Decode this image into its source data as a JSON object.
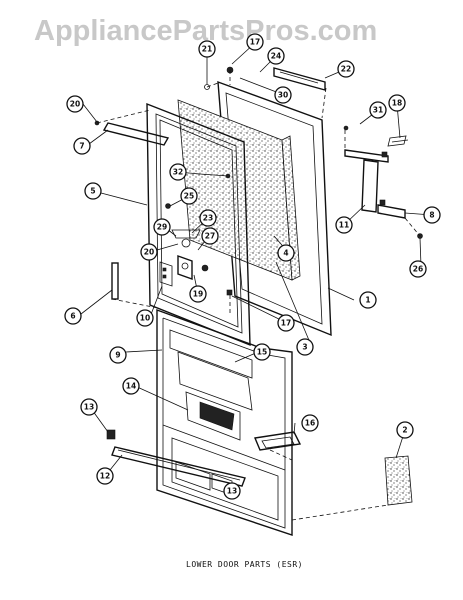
{
  "watermark": "AppliancePartsPros.com",
  "caption": "LOWER DOOR PARTS (ESR)",
  "callouts": [
    {
      "label": "1"
    },
    {
      "label": "2"
    },
    {
      "label": "3"
    },
    {
      "label": "4"
    },
    {
      "label": "5"
    },
    {
      "label": "6"
    },
    {
      "label": "7"
    },
    {
      "label": "8"
    },
    {
      "label": "9"
    },
    {
      "label": "10"
    },
    {
      "label": "11"
    },
    {
      "label": "12"
    },
    {
      "label": "13"
    },
    {
      "label": "13"
    },
    {
      "label": "14"
    },
    {
      "label": "15"
    },
    {
      "label": "16"
    },
    {
      "label": "17"
    },
    {
      "label": "17"
    },
    {
      "label": "18"
    },
    {
      "label": "19"
    },
    {
      "label": "20"
    },
    {
      "label": "20"
    },
    {
      "label": "21"
    },
    {
      "label": "22"
    },
    {
      "label": "23"
    },
    {
      "label": "24"
    },
    {
      "label": "25"
    },
    {
      "label": "26"
    },
    {
      "label": "27"
    },
    {
      "label": "29"
    },
    {
      "label": "30"
    },
    {
      "label": "31"
    },
    {
      "label": "32"
    }
  ]
}
